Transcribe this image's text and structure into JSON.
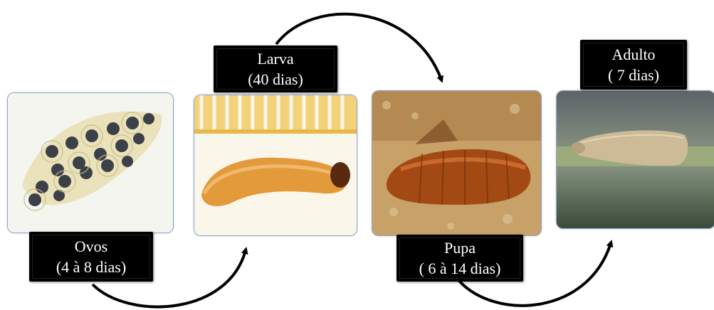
{
  "stages": [
    {
      "name": "Ovos",
      "duration": "(4 à 8 dias)",
      "image": "eggs-photo"
    },
    {
      "name": "Larva",
      "duration": "(40 dias)",
      "image": "larva-photo"
    },
    {
      "name": "Pupa",
      "duration": "( 6 à 14 dias)",
      "image": "pupa-photo"
    },
    {
      "name": "Adulto",
      "duration": "( 7 dias)",
      "image": "adult-moth-photo"
    }
  ],
  "colors": {
    "label_bg": "#000000",
    "label_text": "#ffffff",
    "arrow": "#000000",
    "photo_border": "#8fa8c8"
  }
}
